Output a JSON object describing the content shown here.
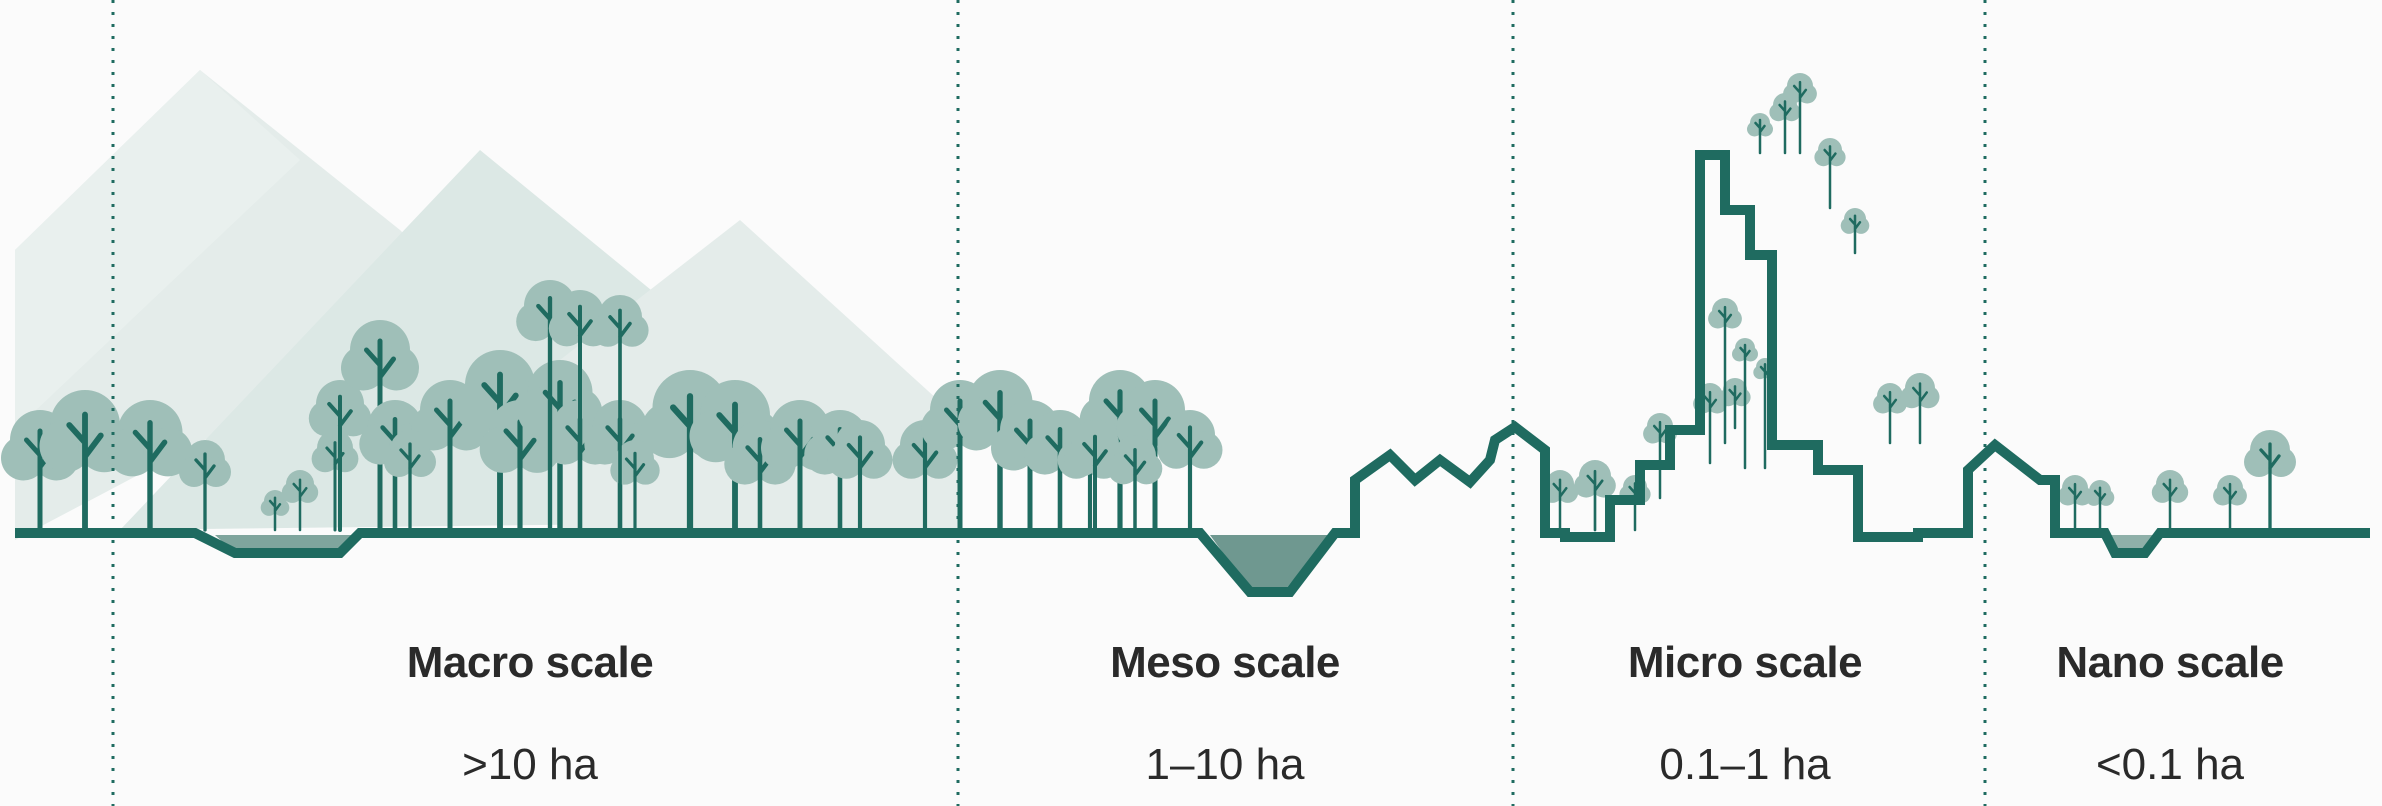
{
  "colors": {
    "background": "#fbfbfb",
    "line": "#1f6b60",
    "tree_light": "#9fbfb8",
    "tree_trunk": "#1f6b60",
    "water": "#6f9890",
    "mountain_light": "#e6eeec",
    "mountain_mid": "#d9e6e3",
    "divider": "#1f6b60"
  },
  "scales": [
    {
      "name": "Macro scale",
      "area": ">10 ha"
    },
    {
      "name": "Meso scale",
      "area": "1–10 ha"
    },
    {
      "name": "Micro scale",
      "area": "0.1–1 ha"
    },
    {
      "name": "Nano scale",
      "area": "<0.1 ha"
    }
  ]
}
